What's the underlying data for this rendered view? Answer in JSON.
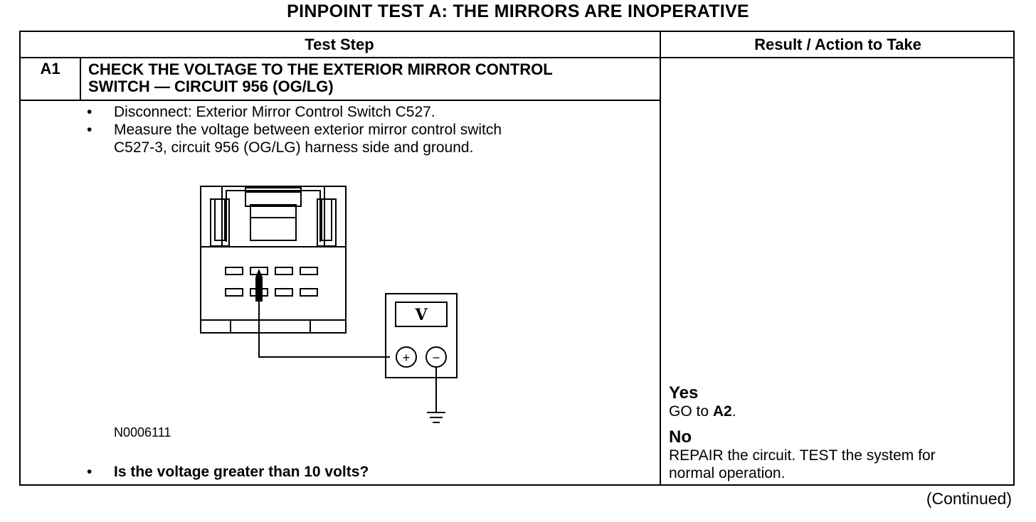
{
  "title": "PINPOINT TEST  A: THE MIRRORS ARE INOPERATIVE",
  "table": {
    "col_test_step": "Test Step",
    "col_result": "Result / Action to Take"
  },
  "step": {
    "number": "A1",
    "title_line1": "CHECK THE VOLTAGE TO THE EXTERIOR MIRROR CONTROL",
    "title_line2": "SWITCH — CIRCUIT 956 (OG/LG)",
    "bullets": [
      "Disconnect: Exterior Mirror Control Switch C527.",
      "Measure the voltage between exterior mirror control switch",
      "C527-3, circuit 956 (OG/LG) harness side and ground."
    ],
    "bullet_mark": "•",
    "figure_id": "N0006111",
    "meter_symbol": "V",
    "meter_plus": "+",
    "meter_minus": "−",
    "question": "Is the voltage greater than 10 volts?"
  },
  "results": {
    "yes_label": "Yes",
    "yes_prefix": "GO to ",
    "yes_target": "A2",
    "yes_suffix": ".",
    "no_label": "No",
    "no_line1": "REPAIR the circuit. TEST the system for",
    "no_line2": "normal operation."
  },
  "footer": {
    "continued": "(Continued)"
  }
}
